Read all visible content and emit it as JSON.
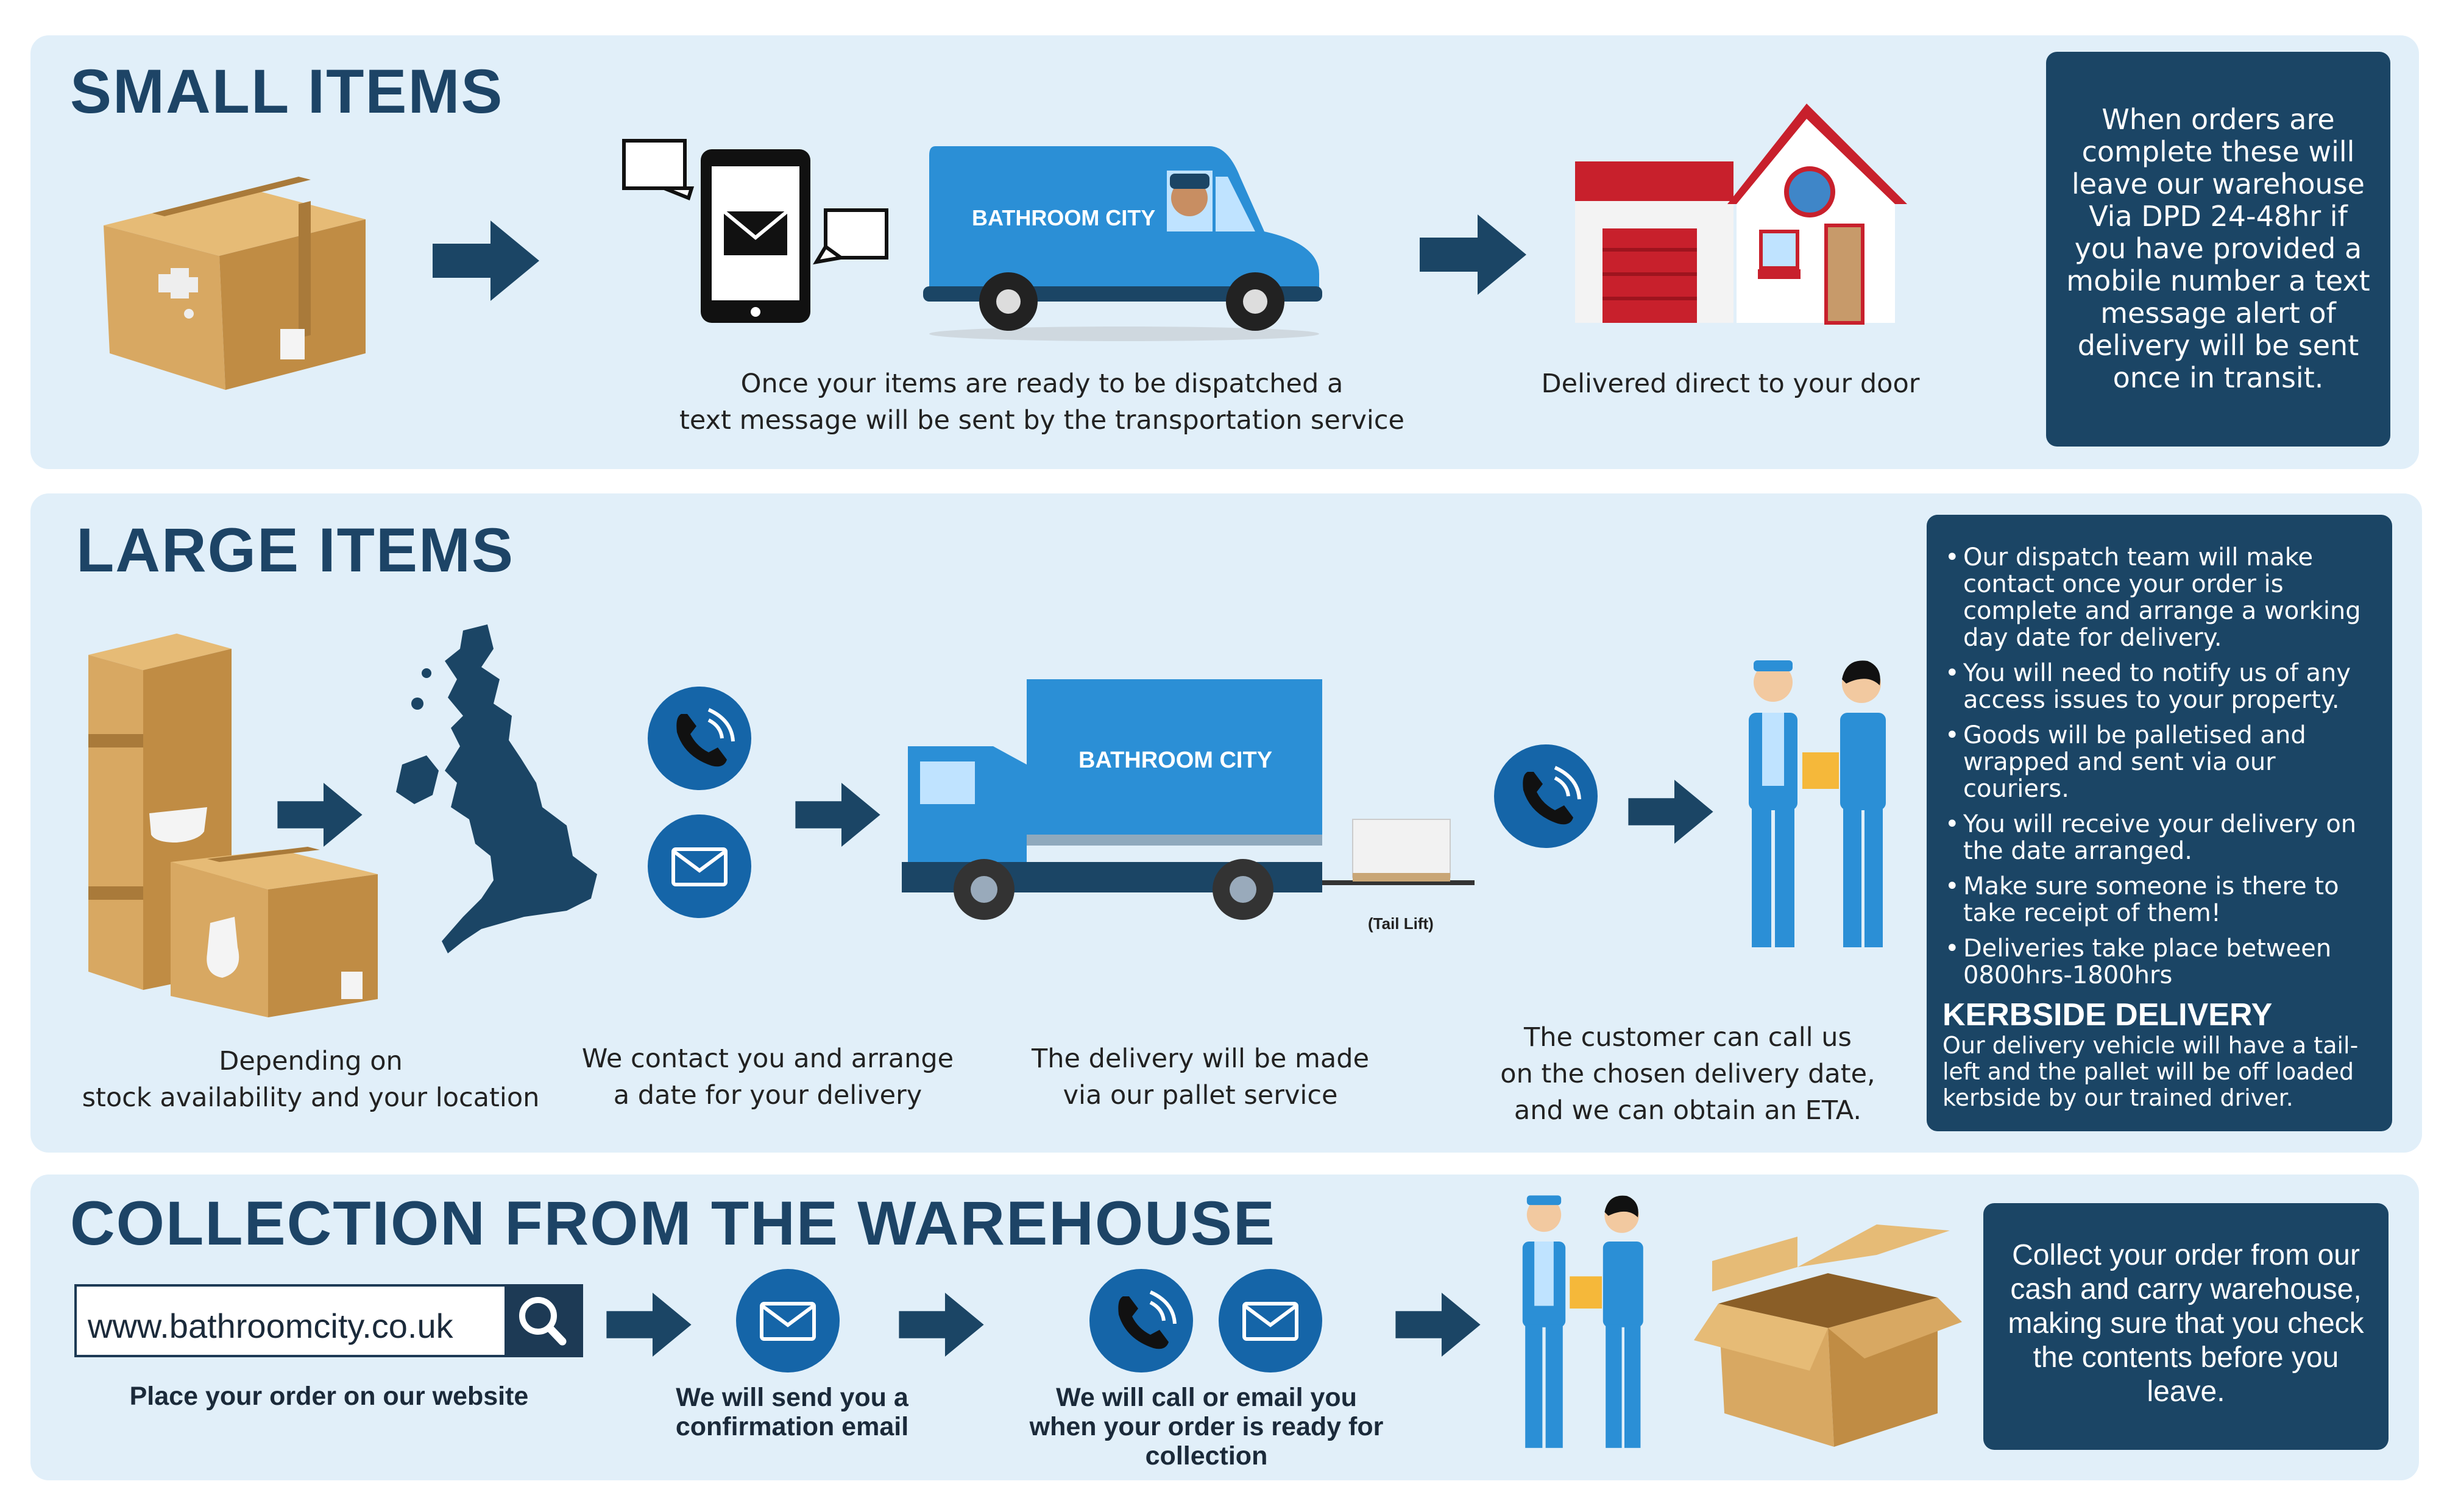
{
  "small": {
    "heading": "SMALL ITEMS",
    "van_brand": "BATHROOM CITY",
    "caption_dispatch": [
      "Once your items are ready to be dispatched a",
      "text message will be sent by the transportation service"
    ],
    "caption_delivered": "Delivered direct to your door",
    "info": "When orders are complete these will leave our warehouse Via DPD 24-48hr if you have provided a mobile number a text message alert of delivery will be sent once in transit."
  },
  "large": {
    "heading": "LARGE ITEMS",
    "truck_brand": "BATHROOM CITY",
    "tail_lift": "(Tail Lift)",
    "caption_stock": [
      "Depending on",
      "stock availability and your location"
    ],
    "caption_contact": [
      "We contact you and arrange",
      "a date for your delivery"
    ],
    "caption_pallet": [
      "The delivery will be made",
      "via our pallet service"
    ],
    "caption_call": [
      "The customer can call us",
      "on the chosen delivery date,",
      "and we can obtain an ETA."
    ],
    "bullets": [
      "Our dispatch team will make contact once your order is complete and arrange a working day date for delivery.",
      "You will need to notify us of any access issues to your property.",
      "Goods will be palletised and wrapped and sent via our couriers.",
      "You will receive your delivery on the date arranged.",
      "Make sure someone is there to take receipt of them!",
      "Deliveries take place between 0800hrs-1800hrs"
    ],
    "kerbside_title": "KERBSIDE DELIVERY",
    "kerbside_text": "Our delivery vehicle will have a tail-left and the pallet will be off loaded kerbside by our trained driver."
  },
  "collection": {
    "heading": "COLLECTION FROM THE WAREHOUSE",
    "url": "www.bathroomcity.co.uk",
    "caption_order": "Place your order on our website",
    "caption_email": [
      "We will send you a",
      "confirmation email"
    ],
    "caption_call": [
      "We will call or email you",
      "when your order is ready for",
      "collection"
    ],
    "info": "Collect your order from our cash and carry warehouse, making sure that you check the contents before you leave."
  },
  "colors": {
    "panel": "#e1eff9",
    "navy": "#1b4565",
    "heading": "#1d4466",
    "blue": "#1565a8",
    "van": "#2b8fd6",
    "box": "#d8a862"
  }
}
